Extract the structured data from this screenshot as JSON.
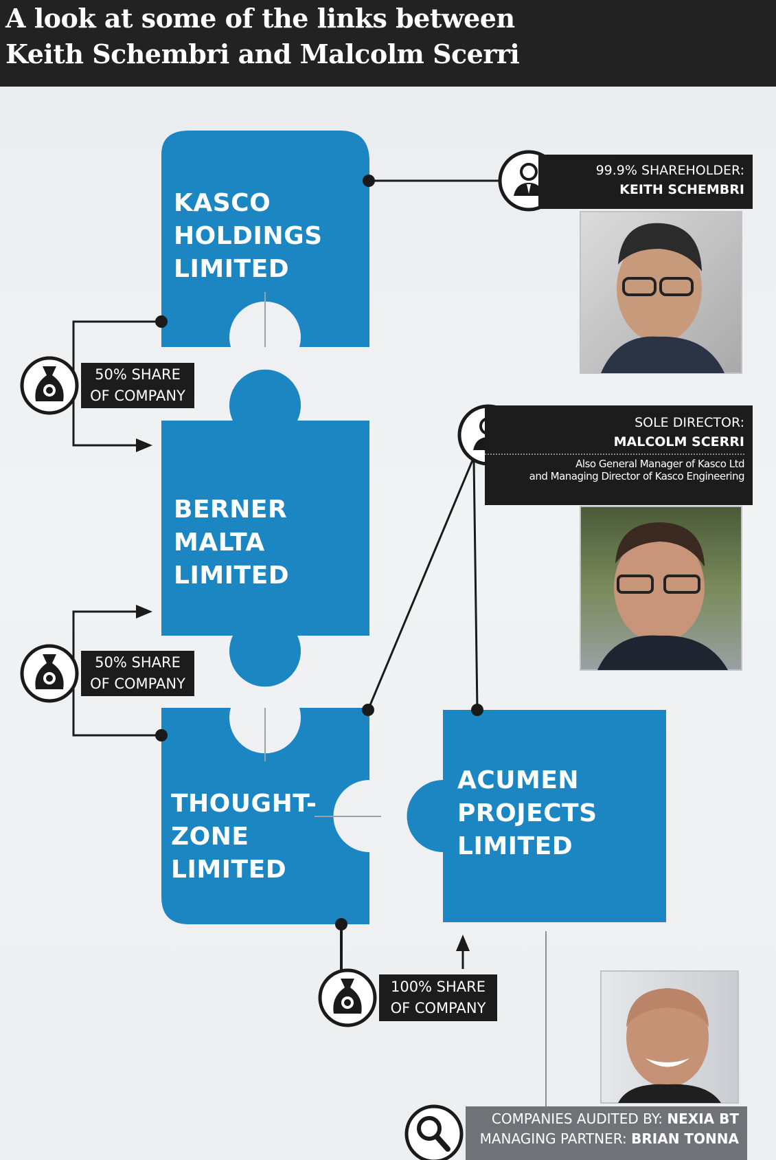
{
  "header": {
    "line1": "A look at some of the links between",
    "line2": "Keith Schembri and Malcolm Scerri"
  },
  "companies": {
    "kasco": [
      "KASCO",
      "HOLDINGS",
      "LIMITED"
    ],
    "berner": [
      "BERNER",
      "MALTA",
      "LIMITED"
    ],
    "thought": [
      "THOUGHT-",
      "ZONE",
      "LIMITED"
    ],
    "acumen": [
      "ACUMEN",
      "PROJECTS",
      "LIMITED"
    ]
  },
  "people": {
    "schembri": {
      "role": "99.9% SHAREHOLDER:",
      "name": "KEITH SCHEMBRI"
    },
    "scerri": {
      "role": "SOLE DIRECTOR:",
      "name": "MALCOLM SCERRI",
      "note1": "Also General Manager of Kasco Ltd",
      "note2": "and Managing Director of Kasco Engineering"
    }
  },
  "shares": {
    "share1": {
      "line1": "50% SHARE",
      "line2": "OF COMPANY"
    },
    "share2": {
      "line1": "50% SHARE",
      "line2": "OF COMPANY"
    },
    "share3": {
      "line1": "100% SHARE",
      "line2": "OF COMPANY"
    }
  },
  "audit": {
    "line1_prefix": "COMPANIES AUDITED BY: ",
    "line1_bold": "NEXIA BT",
    "line2_prefix": "MANAGING PARTNER: ",
    "line2_bold": "BRIAN TONNA"
  },
  "colors": {
    "puzzle_blue": "#1b86c2",
    "dark_box": "#1c1c1c",
    "connector": "#1a1a1a",
    "audit_grey": "#6f7378"
  },
  "icons": [
    "person-icon",
    "money-bag-euro-icon",
    "magnifier-icon"
  ]
}
